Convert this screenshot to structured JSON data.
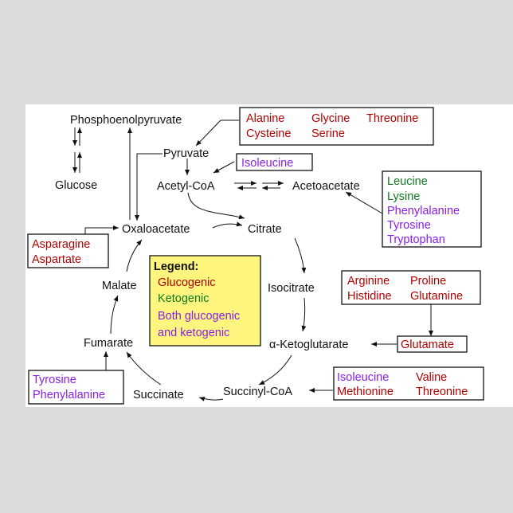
{
  "colors": {
    "glucogenic": "#b00000",
    "ketogenic": "#0f7a1e",
    "both": "#8a1ee6",
    "legend_bg": "#fdf57e",
    "background": "#dcdcdc"
  },
  "metabolites": {
    "phosphoenolpyruvate": "Phosphoenolpyruvate",
    "glucose": "Glucose",
    "pyruvate": "Pyruvate",
    "acetyl_coa": "Acetyl-CoA",
    "acetoacetate": "Acetoacetate",
    "oxaloacetate": "Oxaloacetate",
    "citrate": "Citrate",
    "isocitrate": "Isocitrate",
    "alpha_ketoglutarate": "α-Ketoglutarate",
    "succinyl_coa": "Succinyl-CoA",
    "succinate": "Succinate",
    "fumarate": "Fumarate",
    "malate": "Malate"
  },
  "amino_acid_boxes": {
    "pyruvate_sources": [
      "Alanine",
      "Glycine",
      "Threonine",
      "Cysteine",
      "Serine"
    ],
    "acetyl_coa_sources": [
      "Isoleucine"
    ],
    "acetoacetate_sources": [
      "Leucine",
      "Lysine",
      "Phenylalanine",
      "Tyrosine",
      "Tryptophan"
    ],
    "oxaloacetate_sources": [
      "Asparagine",
      "Aspartate"
    ],
    "glutamate_sources": [
      "Arginine",
      "Proline",
      "Histidine",
      "Glutamine"
    ],
    "glutamate": "Glutamate",
    "succinyl_coa_sources": [
      "Isoleucine",
      "Valine",
      "Methionine",
      "Threonine"
    ],
    "fumarate_sources": [
      "Tyrosine",
      "Phenylalanine"
    ]
  },
  "legend": {
    "title": "Legend:",
    "glucogenic": "Glucogenic",
    "ketogenic": "Ketogenic",
    "both_line1": "Both glucogenic",
    "both_line2": "and ketogenic"
  }
}
